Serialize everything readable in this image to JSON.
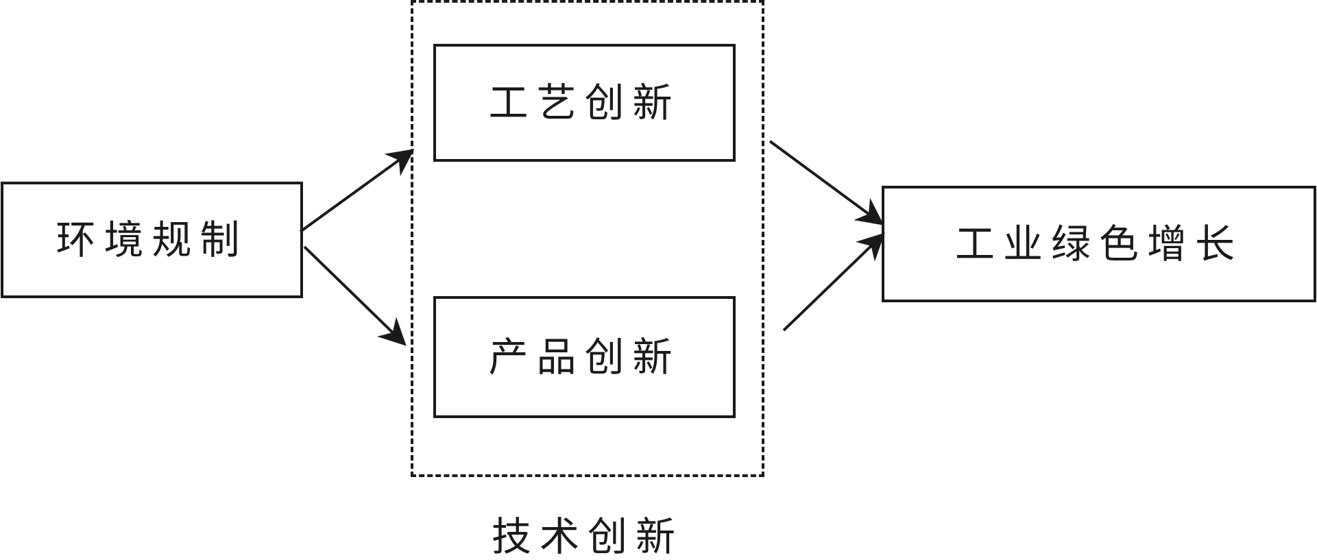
{
  "nodes": {
    "environmental_regulation": "环境规制",
    "process_innovation": "工艺创新",
    "product_innovation": "产品创新",
    "industrial_green_growth": "工业绿色增长"
  },
  "group": {
    "label": "技术创新"
  },
  "edges": [
    {
      "from": "环境规制",
      "to": "技术创新 (工艺创新)"
    },
    {
      "from": "环境规制",
      "to": "技术创新 (产品创新)"
    },
    {
      "from": "技术创新 (工艺创新)",
      "to": "工业绿色增长"
    },
    {
      "from": "技术创新 (产品创新)",
      "to": "工业绿色增长"
    }
  ],
  "colors": {
    "line": "#1a1a1a",
    "background": "#ffffff"
  }
}
